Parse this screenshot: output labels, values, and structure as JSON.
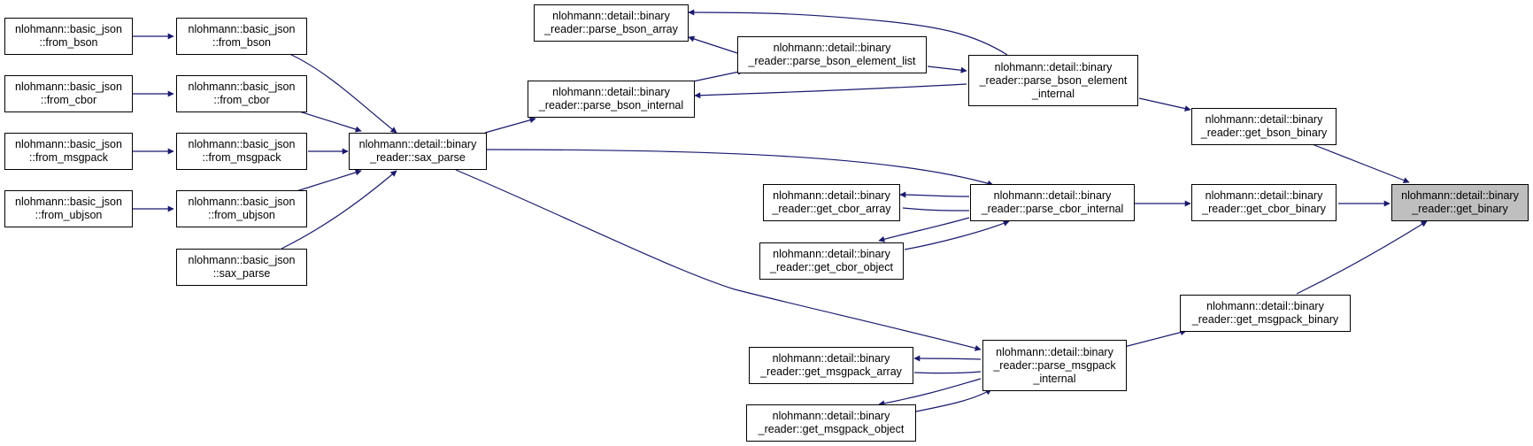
{
  "colors": {
    "edge": "#191970",
    "highlight_fill": "#bfbfbf",
    "border": "#000000"
  },
  "nodes": {
    "bjFromBson": {
      "l1": "nlohmann::basic_json",
      "l2": "::from_bson"
    },
    "bjFromCbor": {
      "l1": "nlohmann::basic_json",
      "l2": "::from_cbor"
    },
    "bjFromMsgpack": {
      "l1": "nlohmann::basic_json",
      "l2": "::from_msgpack"
    },
    "bjFromUbjson": {
      "l1": "nlohmann::basic_json",
      "l2": "::from_ubjson"
    },
    "bjFromBson2": {
      "l1": "nlohmann::basic_json",
      "l2": "::from_bson"
    },
    "bjFromCbor2": {
      "l1": "nlohmann::basic_json",
      "l2": "::from_cbor"
    },
    "bjFromMsgpack2": {
      "l1": "nlohmann::basic_json",
      "l2": "::from_msgpack"
    },
    "bjFromUbjson2": {
      "l1": "nlohmann::basic_json",
      "l2": "::from_ubjson"
    },
    "bjSaxParse": {
      "l1": "nlohmann::basic_json",
      "l2": "::sax_parse"
    },
    "saxParse": {
      "l1": "nlohmann::detail::binary",
      "l2": "_reader::sax_parse"
    },
    "parseBsonArray": {
      "l1": "nlohmann::detail::binary",
      "l2": "_reader::parse_bson_array"
    },
    "parseBsonElementList": {
      "l1": "nlohmann::detail::binary",
      "l2": "_reader::parse_bson_element_list"
    },
    "parseBsonInternal": {
      "l1": "nlohmann::detail::binary",
      "l2": "_reader::parse_bson_internal"
    },
    "parseBsonElementInternal": {
      "l1": "nlohmann::detail::binary",
      "l2": "_reader::parse_bson_element",
      "l3": "_internal"
    },
    "getBsonBinary": {
      "l1": "nlohmann::detail::binary",
      "l2": "_reader::get_bson_binary"
    },
    "getCborArray": {
      "l1": "nlohmann::detail::binary",
      "l2": "_reader::get_cbor_array"
    },
    "getCborObject": {
      "l1": "nlohmann::detail::binary",
      "l2": "_reader::get_cbor_object"
    },
    "parseCborInternal": {
      "l1": "nlohmann::detail::binary",
      "l2": "_reader::parse_cbor_internal"
    },
    "getCborBinary": {
      "l1": "nlohmann::detail::binary",
      "l2": "_reader::get_cbor_binary"
    },
    "getBinary": {
      "l1": "nlohmann::detail::binary",
      "l2": "_reader::get_binary"
    },
    "getMsgpackBinary": {
      "l1": "nlohmann::detail::binary",
      "l2": "_reader::get_msgpack_binary"
    },
    "getMsgpackArray": {
      "l1": "nlohmann::detail::binary",
      "l2": "_reader::get_msgpack_array"
    },
    "getMsgpackObject": {
      "l1": "nlohmann::detail::binary",
      "l2": "_reader::get_msgpack_object"
    },
    "parseMsgpackInternal": {
      "l1": "nlohmann::detail::binary",
      "l2": "_reader::parse_msgpack",
      "l3": "_internal"
    }
  }
}
